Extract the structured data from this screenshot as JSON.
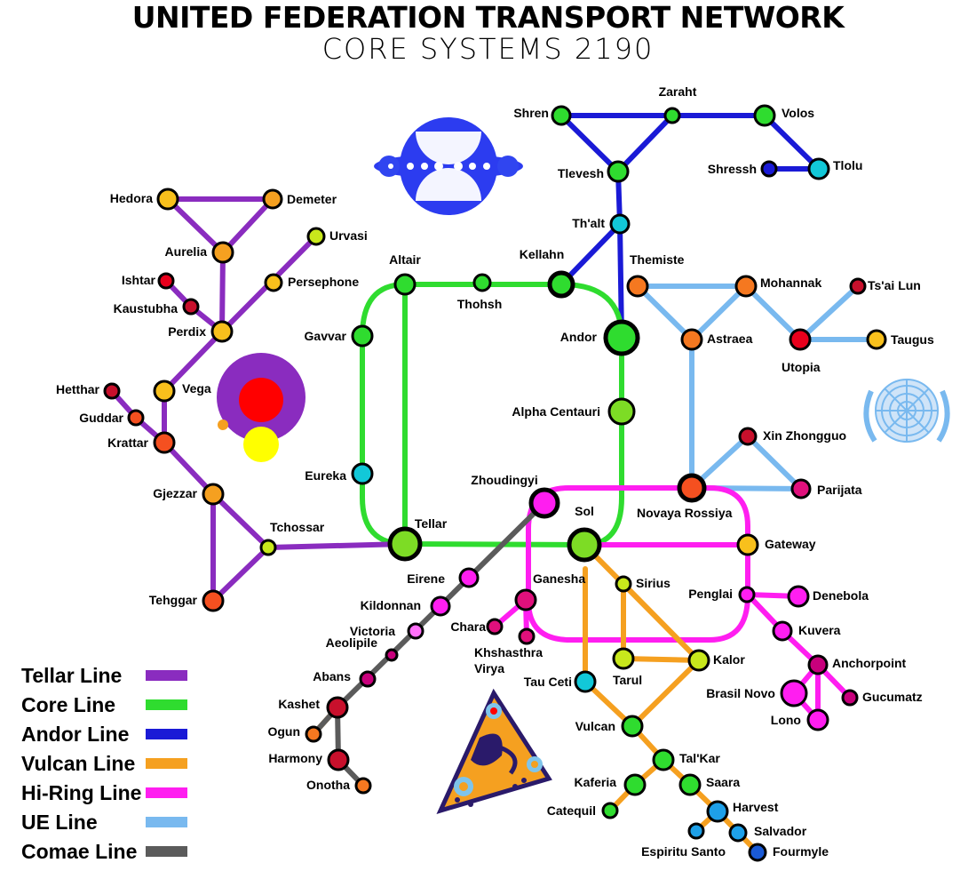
{
  "title": "UNITED FEDERATION TRANSPORT NETWORK",
  "subtitle": "CORE SYSTEMS 2190",
  "lines": [
    {
      "id": "tellar",
      "name": "Tellar Line",
      "color": "#8a2cbf"
    },
    {
      "id": "core",
      "name": "Core Line",
      "color": "#2fdc2f"
    },
    {
      "id": "andor",
      "name": "Andor Line",
      "color": "#1a1ad6"
    },
    {
      "id": "vulcan",
      "name": "Vulcan Line",
      "color": "#f5a020"
    },
    {
      "id": "hiring",
      "name": "Hi-Ring Line",
      "color": "#ff1ef0"
    },
    {
      "id": "ue",
      "name": "UE Line",
      "color": "#79b9ef"
    },
    {
      "id": "comae",
      "name": "Comae Line",
      "color": "#5b5b5b"
    }
  ],
  "stations": [
    {
      "name": "Shren"
    },
    {
      "name": "Zaraht"
    },
    {
      "name": "Volos"
    },
    {
      "name": "Tlevesh"
    },
    {
      "name": "Shressh"
    },
    {
      "name": "Tlolu"
    },
    {
      "name": "Th'alt"
    },
    {
      "name": "Kellahn"
    },
    {
      "name": "Andor"
    },
    {
      "name": "Altair"
    },
    {
      "name": "Thohsh"
    },
    {
      "name": "Gavvar"
    },
    {
      "name": "Alpha Centauri"
    },
    {
      "name": "Eureka"
    },
    {
      "name": "Tellar"
    },
    {
      "name": "Sol"
    },
    {
      "name": "Zhoudingyi"
    },
    {
      "name": "Hedora"
    },
    {
      "name": "Demeter"
    },
    {
      "name": "Urvasi"
    },
    {
      "name": "Aurelia"
    },
    {
      "name": "Ishtar"
    },
    {
      "name": "Persephone"
    },
    {
      "name": "Kaustubha"
    },
    {
      "name": "Perdix"
    },
    {
      "name": "Hetthar"
    },
    {
      "name": "Vega"
    },
    {
      "name": "Guddar"
    },
    {
      "name": "Krattar"
    },
    {
      "name": "Gjezzar"
    },
    {
      "name": "Tchossar"
    },
    {
      "name": "Tehggar"
    },
    {
      "name": "Themiste"
    },
    {
      "name": "Mohannak"
    },
    {
      "name": "Ts'ai Lun"
    },
    {
      "name": "Astraea"
    },
    {
      "name": "Utopia"
    },
    {
      "name": "Taugus"
    },
    {
      "name": "Xin Zhongguo"
    },
    {
      "name": "Parijata"
    },
    {
      "name": "Novaya Rossiya"
    },
    {
      "name": "Gateway"
    },
    {
      "name": "Eirene"
    },
    {
      "name": "Ganesha"
    },
    {
      "name": "Sirius"
    },
    {
      "name": "Kildonnan"
    },
    {
      "name": "Victoria"
    },
    {
      "name": "Chara"
    },
    {
      "name": "Khshasthra Virya"
    },
    {
      "name": "Aeolipile"
    },
    {
      "name": "Abans"
    },
    {
      "name": "Kashet"
    },
    {
      "name": "Ogun"
    },
    {
      "name": "Harmony"
    },
    {
      "name": "Onotha"
    },
    {
      "name": "Tarul"
    },
    {
      "name": "Kalor"
    },
    {
      "name": "Tau Ceti"
    },
    {
      "name": "Penglai"
    },
    {
      "name": "Denebola"
    },
    {
      "name": "Kuvera"
    },
    {
      "name": "Anchorpoint"
    },
    {
      "name": "Brasil Novo"
    },
    {
      "name": "Gucumatz"
    },
    {
      "name": "Lono"
    },
    {
      "name": "Vulcan"
    },
    {
      "name": "Tal'Kar"
    },
    {
      "name": "Kaferia"
    },
    {
      "name": "Saara"
    },
    {
      "name": "Catequil"
    },
    {
      "name": "Harvest"
    },
    {
      "name": "Salvador"
    },
    {
      "name": "Espiritu Santo"
    },
    {
      "name": "Fourmyle"
    }
  ]
}
